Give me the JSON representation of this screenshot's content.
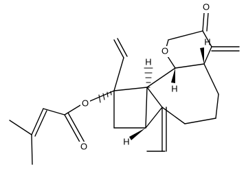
{
  "molecule": {
    "atom_labels": {
      "ring_oxygen": "O",
      "carbonyl_oxygen_lactone": "O",
      "ester_oxygen": "O",
      "carbonyl_oxygen_ester": "O",
      "hydrogen_c7": "H",
      "hydrogen_c6": "H",
      "hydrogen_c8": "H",
      "hydrogen_c1": "H"
    }
  }
}
